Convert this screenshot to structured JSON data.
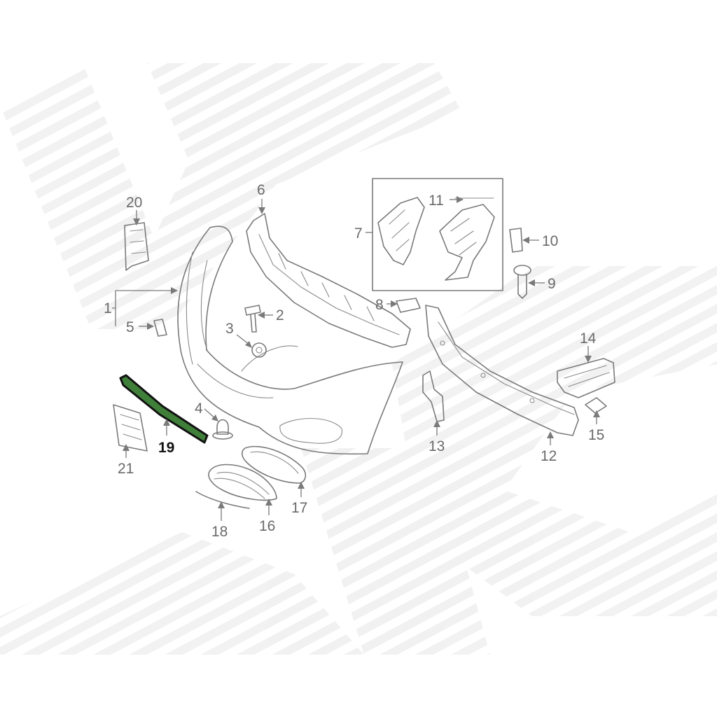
{
  "colors": {
    "line": "#7a7a7a",
    "highlight_fill": "#3f7f3a",
    "highlight_stroke": "#111111",
    "watermark": "#f1f1f1",
    "background": "#ffffff"
  },
  "callouts": {
    "c1": "1",
    "c2": "2",
    "c3": "3",
    "c4": "4",
    "c5": "5",
    "c6": "6",
    "c7": "7",
    "c8": "8",
    "c9": "9",
    "c10": "10",
    "c11": "11",
    "c12": "12",
    "c13": "13",
    "c14": "14",
    "c15": "15",
    "c16": "16",
    "c17": "17",
    "c18": "18",
    "c19": "19",
    "c20": "20",
    "c21": "21"
  },
  "highlighted_part": "19"
}
